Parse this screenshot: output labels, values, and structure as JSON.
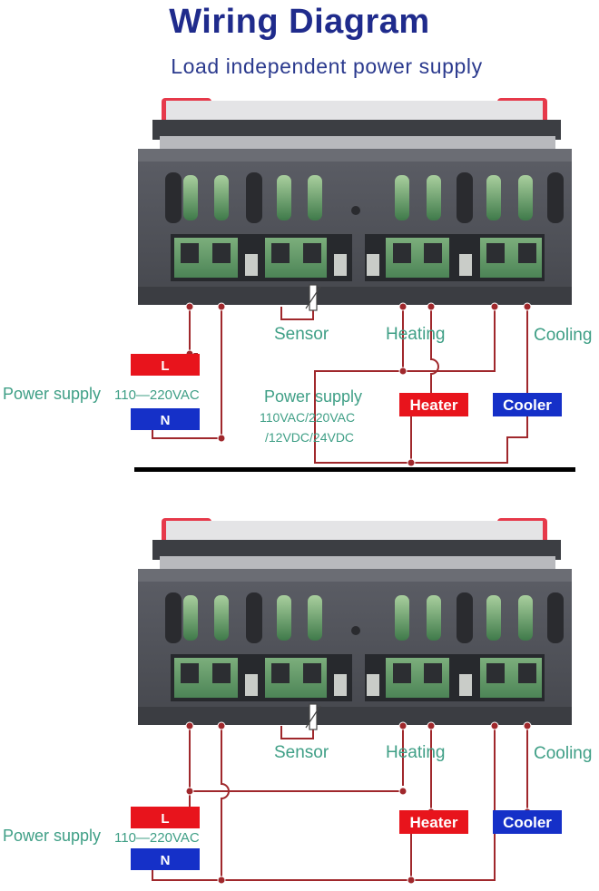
{
  "title": "Wiring Diagram",
  "subtitle": "Load independent power supply",
  "diagram1": {
    "sensor": "Sensor",
    "heating": "Heating",
    "cooling": "Cooling",
    "live": "L",
    "neutral": "N",
    "power_supply_label": "Power supply",
    "power_supply_range": "110—220VAC",
    "load_supply_label": "Power supply",
    "load_supply_ac": "110VAC/220VAC",
    "load_supply_dc": "/12VDC/24VDC",
    "heater": "Heater",
    "cooler": "Cooler"
  },
  "diagram2": {
    "sensor": "Sensor",
    "heating": "Heating",
    "cooling": "Cooling",
    "live": "L",
    "neutral": "N",
    "power_supply_label": "Power supply",
    "power_supply_range": "110—220VAC",
    "heater": "Heater",
    "cooler": "Cooler"
  },
  "colors": {
    "title": "#1f2b8c",
    "label_green": "#3f9f86",
    "live_box": "#e8141c",
    "neutral_box": "#1530c8",
    "heater_box": "#e8141c",
    "cooler_box": "#1530c8",
    "wire": "#a0282c",
    "device_body": "#55575e",
    "terminal_green": "#5f9a66"
  }
}
